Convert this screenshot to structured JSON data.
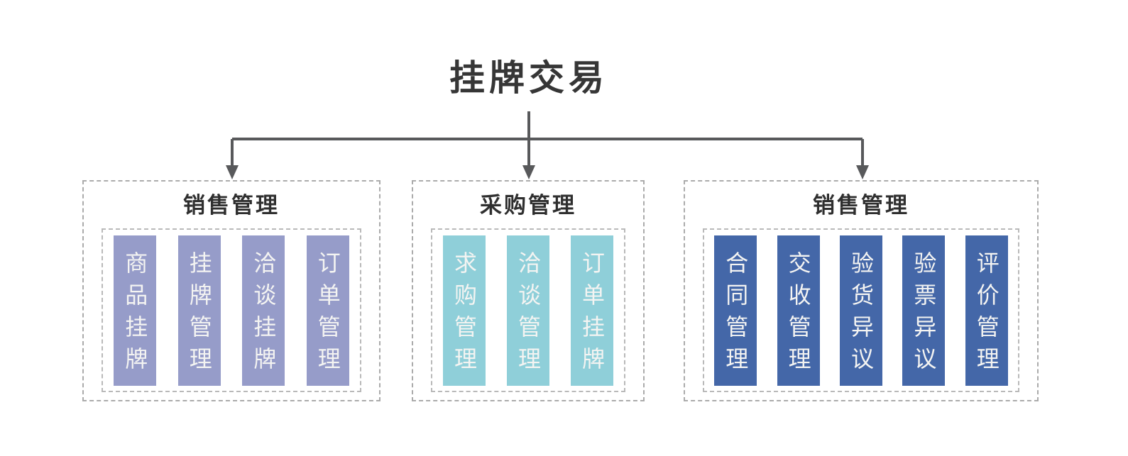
{
  "diagram": {
    "title": "挂牌交易",
    "palette": {
      "connector_line": "#58595B",
      "dashed_border": "#ABABAB",
      "title_text": "#363636",
      "bar_label_text": "#F4F4F2",
      "background": "#FFFFFF"
    },
    "sections": [
      {
        "title": "销售管理",
        "color": "#969CC9",
        "items": [
          "商品挂牌",
          "挂牌管理",
          "洽谈挂牌",
          "订单管理"
        ]
      },
      {
        "title": "采购管理",
        "color": "#8FCFD9",
        "items": [
          "求购管理",
          "洽谈管理",
          "订单挂牌"
        ]
      },
      {
        "title": "销售管理",
        "color": "#4467A8",
        "items": [
          "合同管理",
          "交收管理",
          "验货异议",
          "验票异议",
          "评价管理"
        ]
      }
    ]
  }
}
